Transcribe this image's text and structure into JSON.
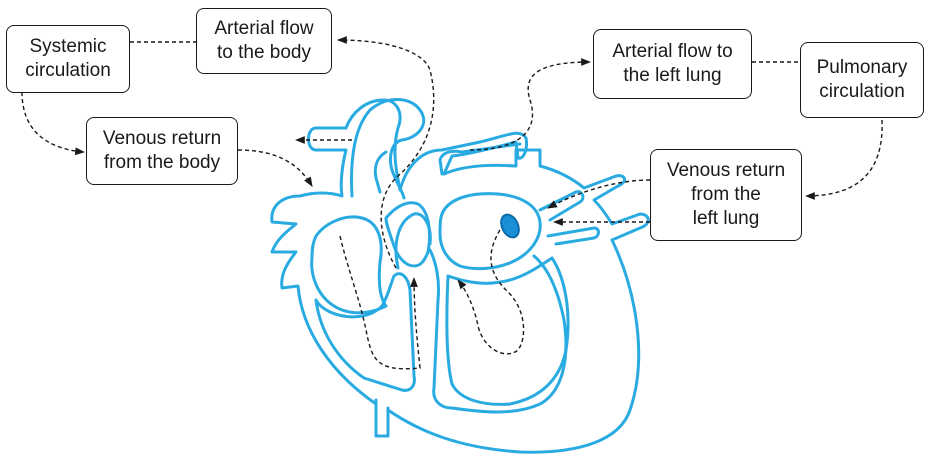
{
  "labels": {
    "systemic_circulation": [
      "Systemic",
      "circulation"
    ],
    "arterial_flow_body": [
      "Arterial flow",
      "to the body"
    ],
    "venous_return_body": [
      "Venous return",
      "from the body"
    ],
    "arterial_flow_lung": [
      "Arterial flow to",
      "the left lung"
    ],
    "pulmonary_circulation": [
      "Pulmonary",
      "circulation"
    ],
    "venous_return_lung": [
      "Venous return",
      "from the",
      "left lung"
    ]
  },
  "colors": {
    "heart_outline": "#29abe2",
    "valve_fill": "#1b8fd6",
    "arrow": "#1a1a1a",
    "box_border": "#1a1a1a"
  }
}
